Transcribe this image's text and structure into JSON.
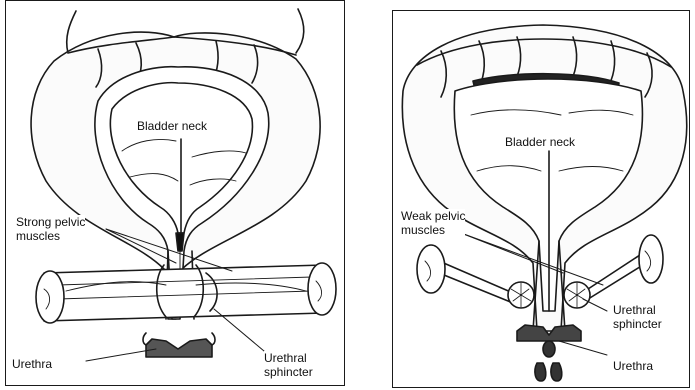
{
  "left": {
    "labels": {
      "bladder_neck": "Bladder neck",
      "pelvic_muscles": "Strong pelvic\nmuscles",
      "urethra": "Urethra",
      "sphincter": "Urethral\nsphincter"
    }
  },
  "right": {
    "labels": {
      "bladder_neck": "Bladder neck",
      "pelvic_muscles": "Weak pelvic\nmuscles",
      "sphincter": "Urethral\nsphincter",
      "urethra": "Urethra"
    }
  }
}
